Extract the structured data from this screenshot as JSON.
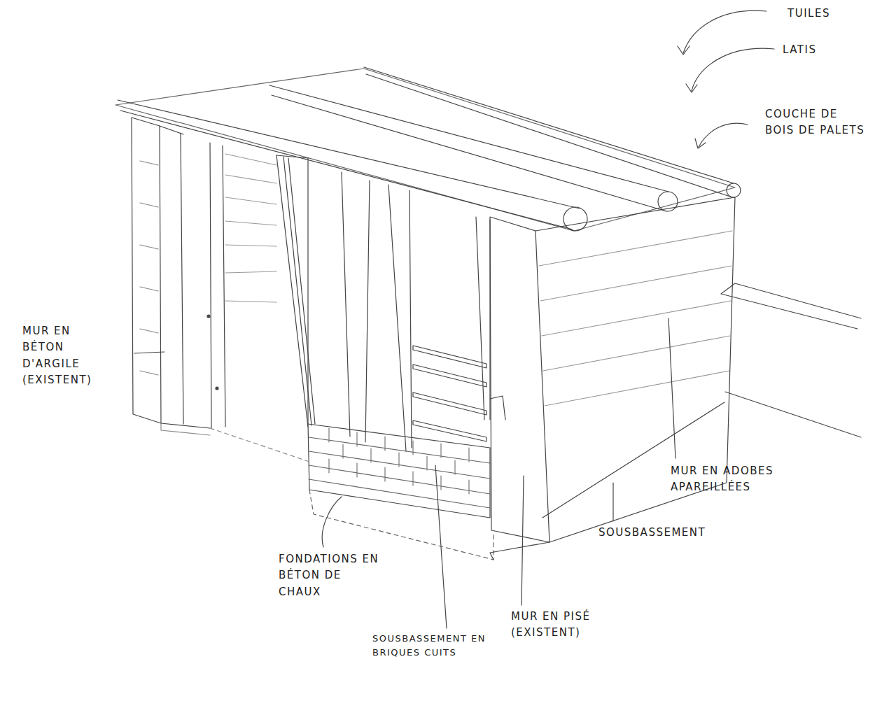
{
  "diagram": {
    "labels": [
      "TUILES",
      "LATIS",
      "COUCHE DE BOIS DE PALETS",
      "MUR EN BÉTON D'ARGILE (EXISTENT)",
      "MUR EN ADOBES APAREILLÉES",
      "SOUSBASSEMENT",
      "FONDATIONS EN BÉTON DE CHAUX",
      "SOUSBASSEMENT EN BRIQUES CUITS",
      "MUR EN PISÉ (EXISTENT)"
    ]
  }
}
